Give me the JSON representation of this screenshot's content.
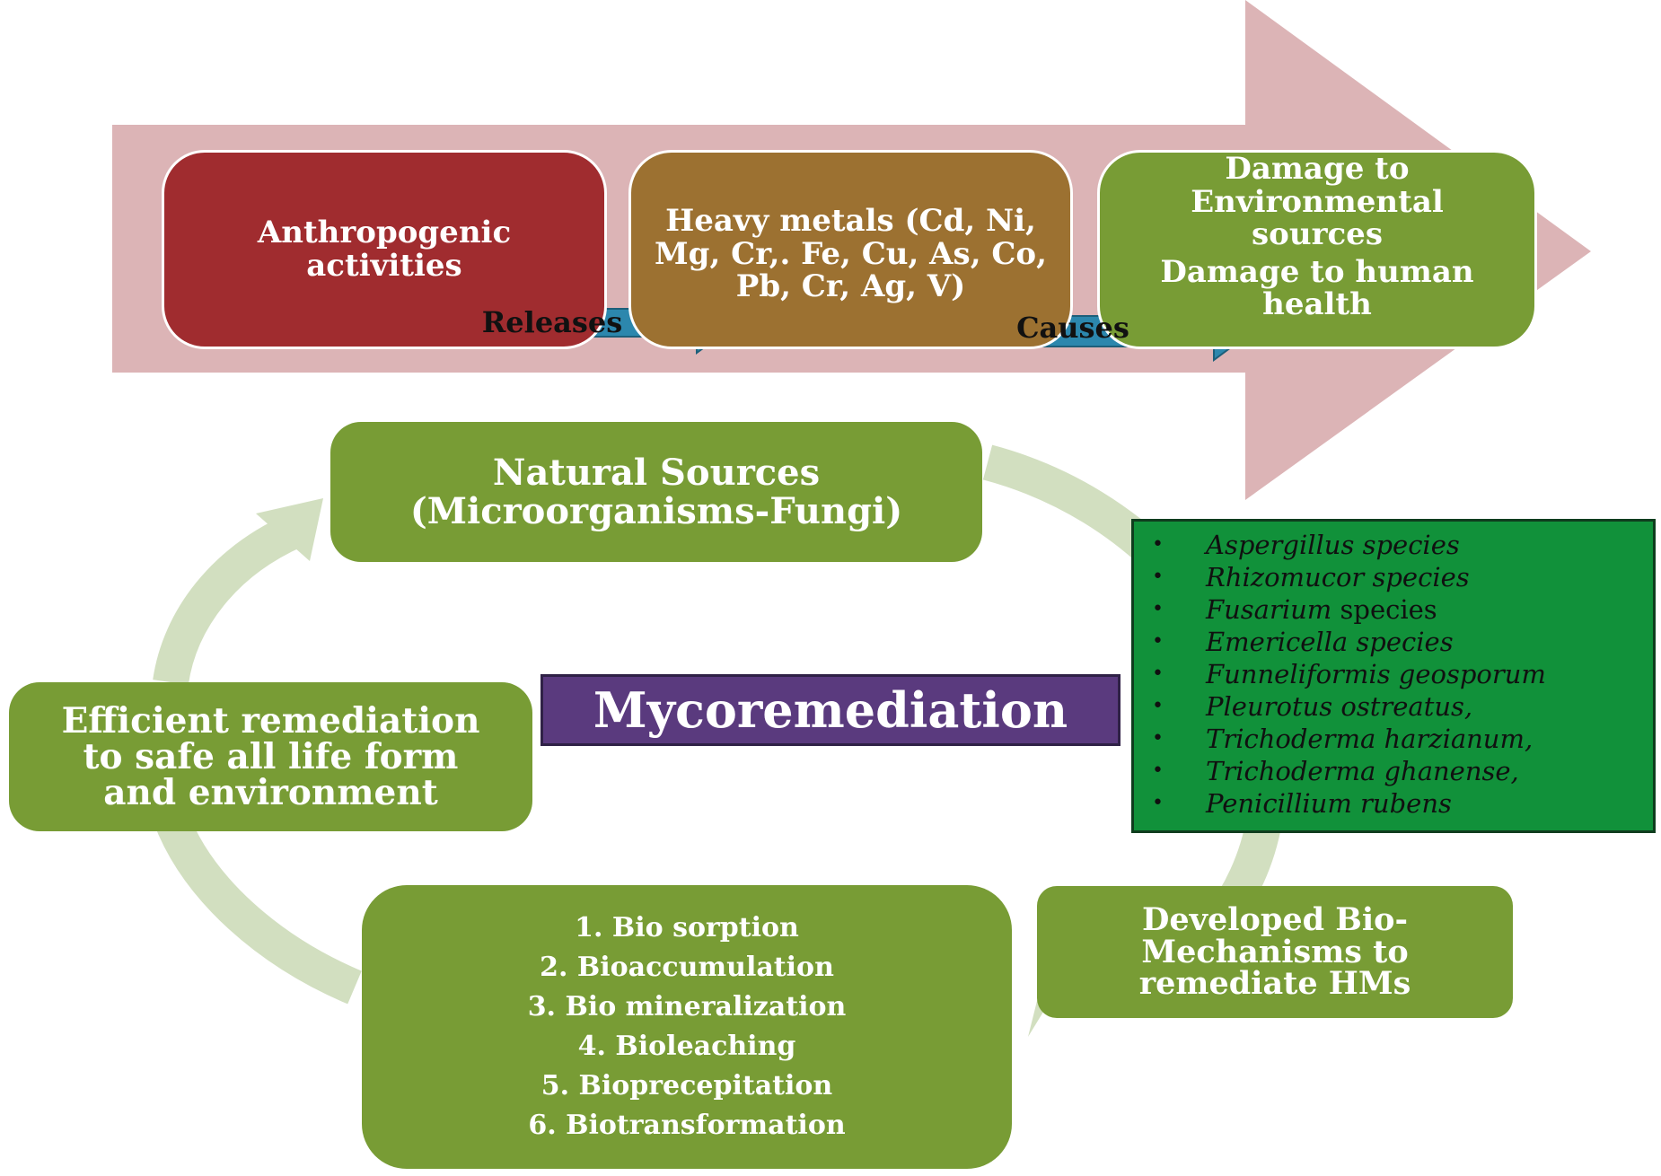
{
  "colors": {
    "big_arrow": "#dcb4b6",
    "anthropogenic_box": "#a02c2f",
    "heavy_metals_box": "#9c7131",
    "damage_box": "#789c35",
    "small_arrow": "#2c87ad",
    "cycle_arrow": "#d2dfc0",
    "green_box": "#789c35",
    "mycoremediation_box": "#5a3a7e",
    "species_box": "#11913a"
  },
  "top_flow": {
    "box1": {
      "line1": "Anthropogenic",
      "line2": "activities"
    },
    "box2": {
      "line1": "Heavy metals (Cd, Ni,",
      "line2": "Mg, Cr,. Fe, Cu, As, Co,",
      "line3": "Pb, Cr, Ag, V)"
    },
    "box3": {
      "line1": "Damage to",
      "line2": "Environmental",
      "line3": "sources",
      "line4": "Damage to human",
      "line5": "health"
    },
    "arrow1_label": "Releases",
    "arrow2_label": "Causes"
  },
  "cycle": {
    "natural_sources": {
      "line1": "Natural Sources",
      "line2": "(Microorganisms-Fungi)"
    },
    "center_title": "Mycoremediation",
    "species": [
      {
        "name": "Aspergillus species",
        "suffix": ""
      },
      {
        "name": "Rhizomucor species",
        "suffix": ""
      },
      {
        "name": "Fusarium",
        "suffix": " species"
      },
      {
        "name": "Emericella species",
        "suffix": ""
      },
      {
        "name": "Funneliformis geosporum",
        "suffix": ""
      },
      {
        "name": "Pleurotus ostreatus,",
        "suffix": ""
      },
      {
        "name": "Trichoderma  harzianum,",
        "suffix": ""
      },
      {
        "name": "Trichoderma  ghanense,",
        "suffix": ""
      },
      {
        "name": "Penicillium rubens",
        "suffix": ""
      }
    ],
    "developed": {
      "line1": "Developed Bio-",
      "line2": "Mechanisms to",
      "line3": "remediate HMs"
    },
    "mechanisms": [
      "1. Bio sorption",
      "2. Bioaccumulation",
      "3. Bio mineralization",
      "4. Bioleaching",
      "5. Bioprecepitation",
      "6. Biotransformation"
    ],
    "efficient": {
      "line1": "Efficient remediation",
      "line2": "to safe all life form",
      "line3": "and environment"
    }
  }
}
